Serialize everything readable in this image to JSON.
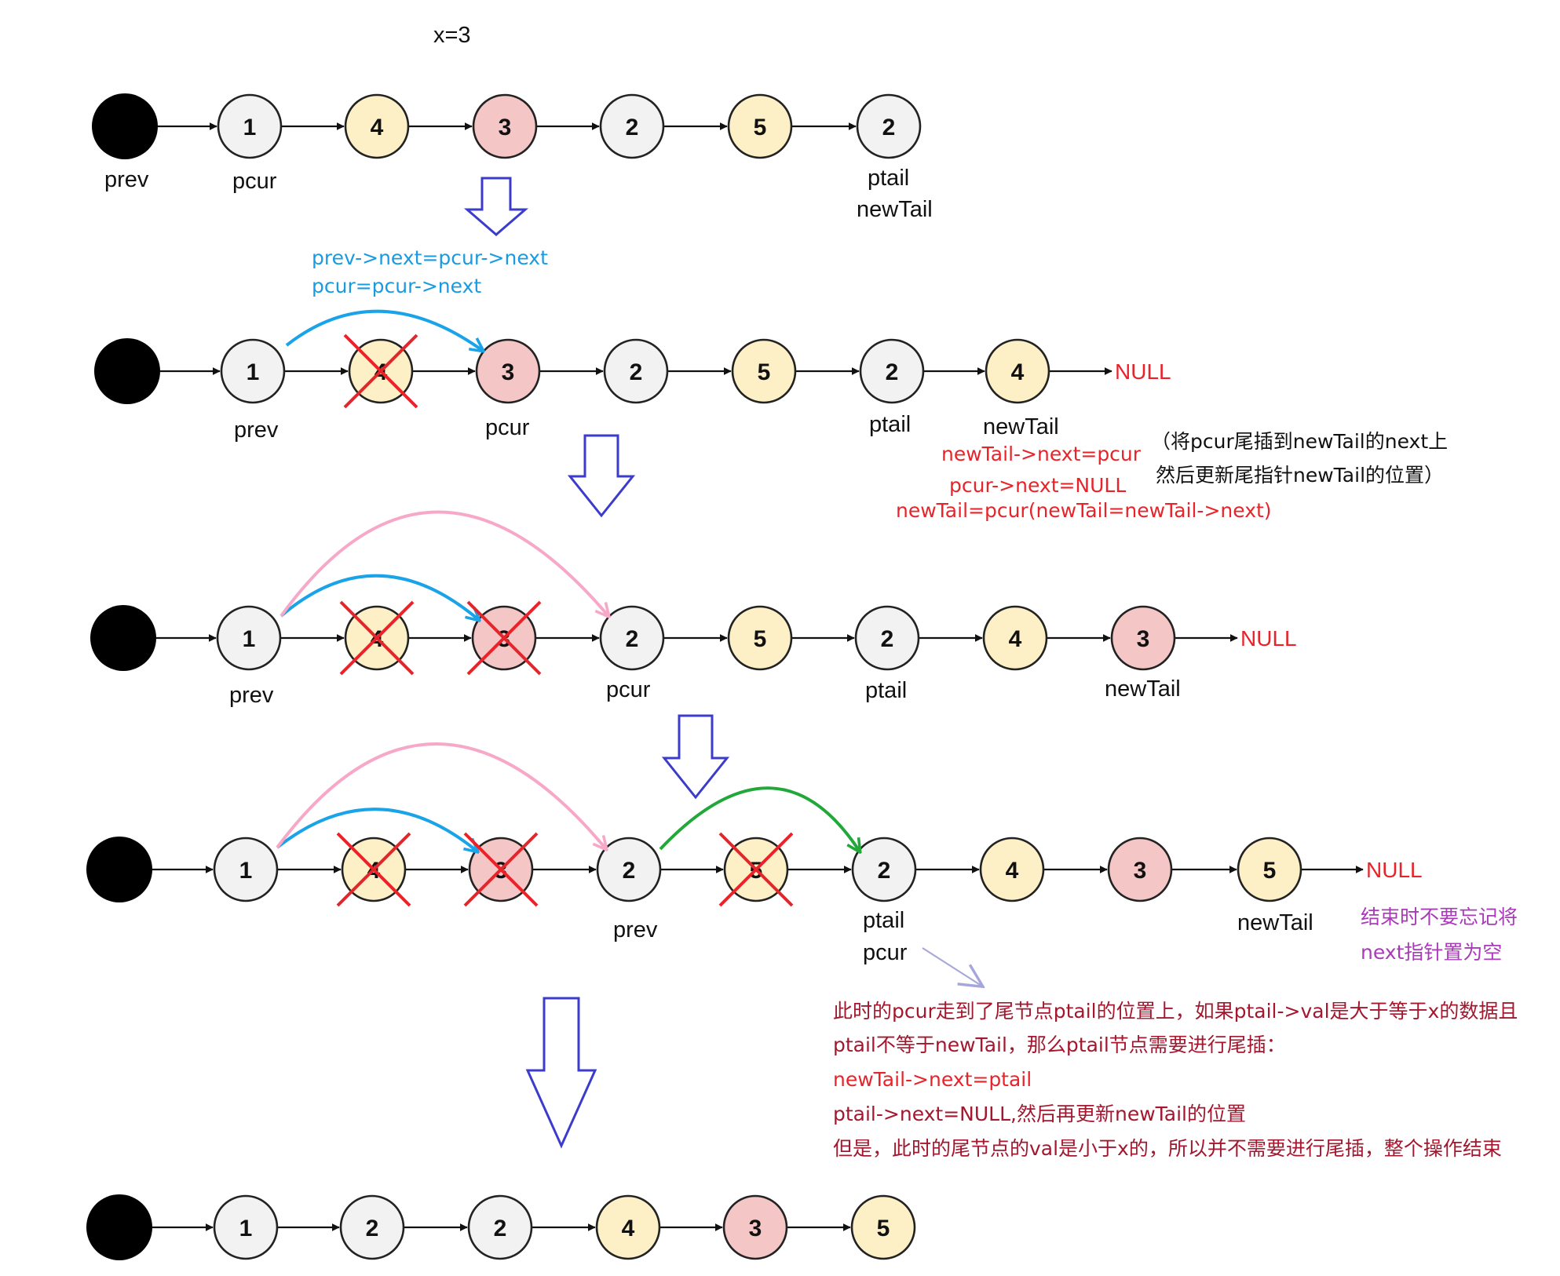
{
  "colors": {
    "gray": "#f2f2f2",
    "yellow": "#fdf0c6",
    "pink": "#f4c6c6",
    "head": "#000000",
    "down_arrow": "#3c3ccc",
    "blue_curve": "#1aa3e8",
    "pink_curve": "#f7a8c8",
    "green_curve": "#22a83a",
    "cross": "#e8242a",
    "blue_text": "#1a9be0",
    "red_text": "#e8242a",
    "dark_red_text": "#a3172f",
    "purple_text": "#a93ab8",
    "null_red": "#e8242a",
    "light_purple": "#a6a6dc"
  },
  "top_label": "x=3",
  "rows": [
    {
      "nodes": [
        {
          "val": "1",
          "color": "gray"
        },
        {
          "val": "4",
          "color": "yellow"
        },
        {
          "val": "3",
          "color": "pink"
        },
        {
          "val": "2",
          "color": "gray"
        },
        {
          "val": "5",
          "color": "yellow"
        },
        {
          "val": "2",
          "color": "gray"
        }
      ],
      "null_label": "",
      "labels": {
        "prev": "prev",
        "pcur": "pcur",
        "ptail": "ptail",
        "newTail": "newTail"
      }
    },
    {
      "nodes": [
        {
          "val": "1",
          "color": "gray"
        },
        {
          "val": "4",
          "color": "yellow",
          "crossed": true
        },
        {
          "val": "3",
          "color": "pink"
        },
        {
          "val": "2",
          "color": "gray"
        },
        {
          "val": "5",
          "color": "yellow"
        },
        {
          "val": "2",
          "color": "gray"
        },
        {
          "val": "4",
          "color": "yellow"
        }
      ],
      "null_label": "NULL",
      "labels": {
        "prev": "prev",
        "pcur": "pcur",
        "ptail": "ptail",
        "newTail": "newTail"
      }
    },
    {
      "nodes": [
        {
          "val": "1",
          "color": "gray"
        },
        {
          "val": "4",
          "color": "yellow",
          "crossed": true
        },
        {
          "val": "3",
          "color": "pink",
          "crossed": true
        },
        {
          "val": "2",
          "color": "gray"
        },
        {
          "val": "5",
          "color": "yellow"
        },
        {
          "val": "2",
          "color": "gray"
        },
        {
          "val": "4",
          "color": "yellow"
        },
        {
          "val": "3",
          "color": "pink"
        }
      ],
      "null_label": "NULL",
      "labels": {
        "prev": "prev",
        "pcur": "pcur",
        "ptail": "ptail",
        "newTail": "newTail"
      }
    },
    {
      "nodes": [
        {
          "val": "1",
          "color": "gray"
        },
        {
          "val": "4",
          "color": "yellow",
          "crossed": true
        },
        {
          "val": "3",
          "color": "pink",
          "crossed": true
        },
        {
          "val": "2",
          "color": "gray"
        },
        {
          "val": "5",
          "color": "yellow",
          "crossed": true
        },
        {
          "val": "2",
          "color": "gray"
        },
        {
          "val": "4",
          "color": "yellow"
        },
        {
          "val": "3",
          "color": "pink"
        },
        {
          "val": "5",
          "color": "yellow"
        }
      ],
      "null_label": "NULL",
      "labels": {
        "prev": "prev",
        "ptail": "ptail",
        "pcur": "pcur",
        "newTail": "newTail"
      }
    },
    {
      "nodes": [
        {
          "val": "1",
          "color": "gray"
        },
        {
          "val": "2",
          "color": "gray"
        },
        {
          "val": "2",
          "color": "gray"
        },
        {
          "val": "4",
          "color": "yellow"
        },
        {
          "val": "3",
          "color": "pink"
        },
        {
          "val": "5",
          "color": "yellow"
        }
      ],
      "null_label": "",
      "labels": {}
    }
  ],
  "notes": {
    "step1_line1": "prev->next=pcur->next",
    "step1_line2": "pcur=pcur->next",
    "step2_line1": "newTail->next=pcur",
    "step2_line2": "pcur->next=NULL",
    "step2_line3": "newTail=pcur(newTail=newTail->next)",
    "step2_side1": "（将pcur尾插到newTail的next上",
    "step2_side2": "然后更新尾指针newTail的位置）",
    "end_note1": "结束时不要忘记将",
    "end_note2": "next指针置为空",
    "final1": "此时的pcur走到了尾节点ptail的位置上，如果ptail->val是大于等于x的数据且",
    "final2": "ptail不等于newTail，那么ptail节点需要进行尾插：",
    "final3": "newTail->next=ptail",
    "final4": "ptail->next=NULL,然后再更新newTail的位置",
    "final5": "但是，此时的尾节点的val是小于x的，所以并不需要进行尾插，整个操作结束"
  }
}
